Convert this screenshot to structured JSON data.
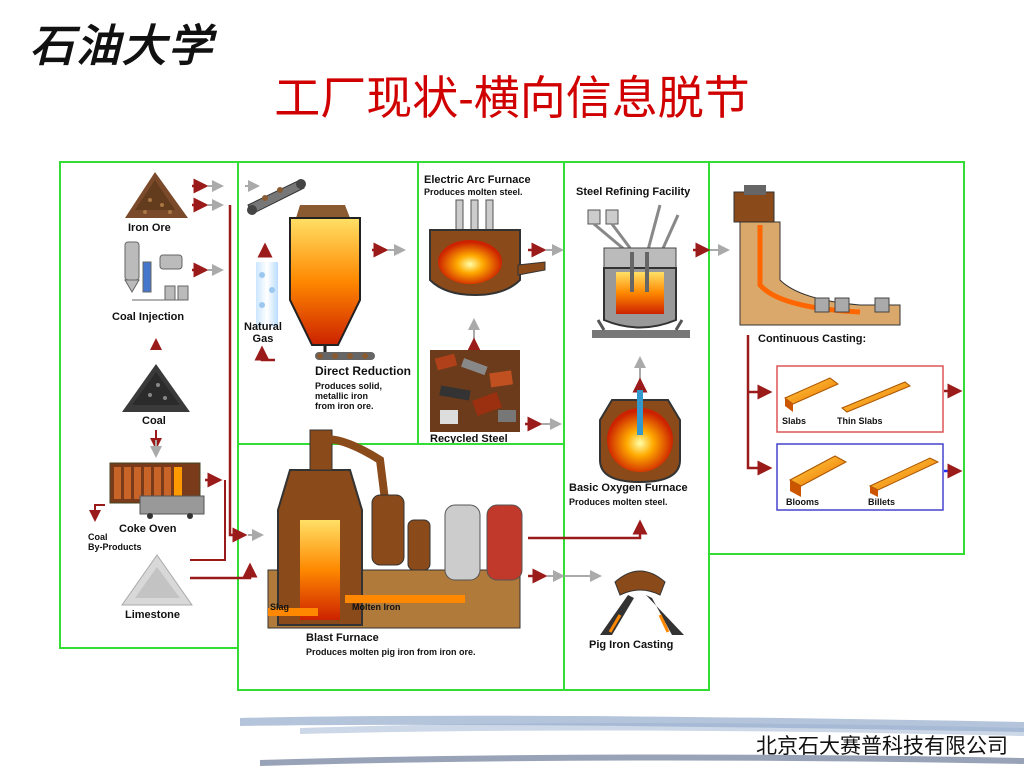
{
  "header": {
    "logo_text": "石油大学",
    "title": "工厂现状-横向信息脱节"
  },
  "footer": {
    "company": "北京石大赛普科技有限公司"
  },
  "colors": {
    "title": "#d00000",
    "section_border": "#33dd33",
    "arrow": "#9b1b1b",
    "highlight_box": "#dd5555",
    "bloom_box": "#4444cc"
  },
  "labels": {
    "iron_ore": "Iron Ore",
    "coal_injection": "Coal Injection",
    "coal": "Coal",
    "coke_oven": "Coke Oven",
    "coal_byproducts": "Coal\nBy-Products",
    "limestone": "Limestone",
    "natural_gas": "Natural\nGas",
    "direct_reduction": "Direct Reduction",
    "direct_reduction_desc": "Produces solid,\nmetallic iron\nfrom iron ore.",
    "eaf": "Electric Arc Furnace",
    "eaf_desc": "Produces molten steel.",
    "recycled_steel": "Recycled Steel",
    "steel_refining": "Steel Refining Facility",
    "continuous_casting": "Continuous Casting:",
    "slabs": "Slabs",
    "thin_slabs": "Thin Slabs",
    "blooms": "Blooms",
    "billets": "Billets",
    "bof": "Basic Oxygen Furnace",
    "bof_desc": "Produces molten steel.",
    "slag": "Slag",
    "molten_iron": "Molten Iron",
    "blast_furnace": "Blast Furnace",
    "blast_furnace_desc": "Produces molten pig iron from iron ore.",
    "pig_iron_casting": "Pig Iron Casting"
  }
}
